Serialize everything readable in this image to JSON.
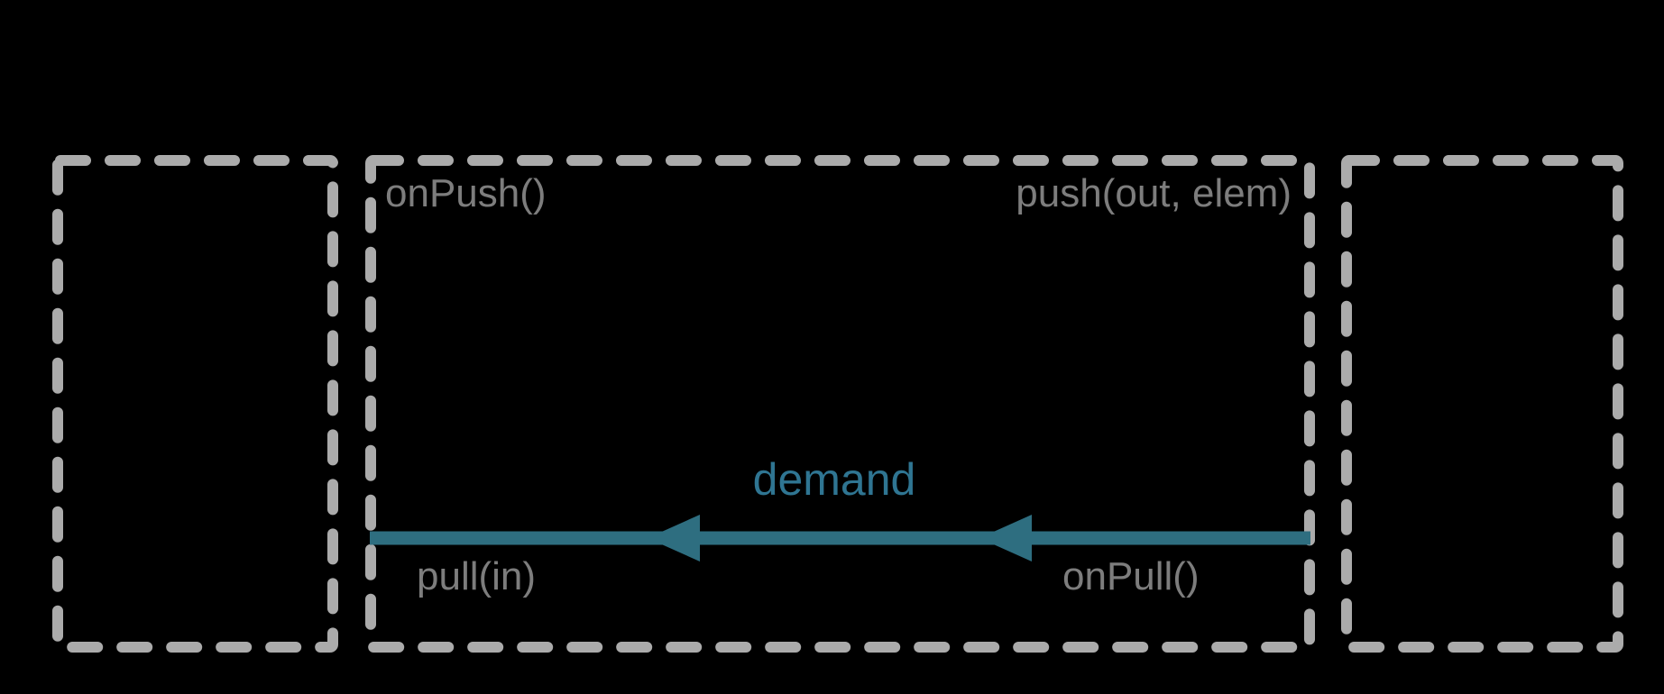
{
  "diagram": {
    "stage_labels": {
      "on_push": "onPush()",
      "push": "push(out, elem)",
      "pull": "pull(in)",
      "on_pull": "onPull()"
    },
    "arrow": {
      "label": "demand",
      "direction": "left"
    },
    "colors": {
      "background": "#000000",
      "dash_gray": "#ababab",
      "label_gray": "#7d7d7d",
      "arrow_teal": "#2e6e80",
      "demand_teal": "#2f7592"
    }
  }
}
